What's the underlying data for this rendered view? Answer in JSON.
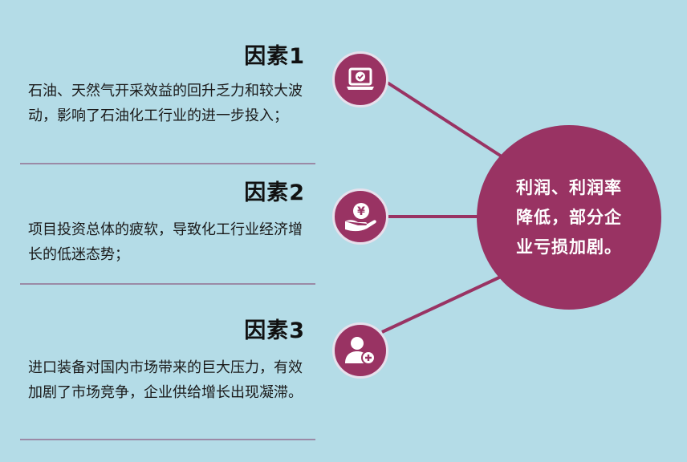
{
  "factors": [
    {
      "title": "因素1",
      "description": "石油、天然气开采效益的回升乏力和较大波动，影响了石油化工行业的进一步投入；",
      "icon": "laptop-check-icon"
    },
    {
      "title": "因素2",
      "description": "项目投资总体的疲软，导致化工行业经济增长的低迷态势；",
      "icon": "yen-hand-icon"
    },
    {
      "title": "因素3",
      "description": "进口装备对国内市场带来的巨大压力，有效加剧了市场竞争，企业供给增长出现凝滞。",
      "icon": "user-add-icon"
    }
  ],
  "center": {
    "text": "利润、利润率降低，部分企业亏损加剧。"
  },
  "colors": {
    "background": "#b4dce7",
    "accent": "#993363",
    "divider": "#9b8aa6"
  }
}
